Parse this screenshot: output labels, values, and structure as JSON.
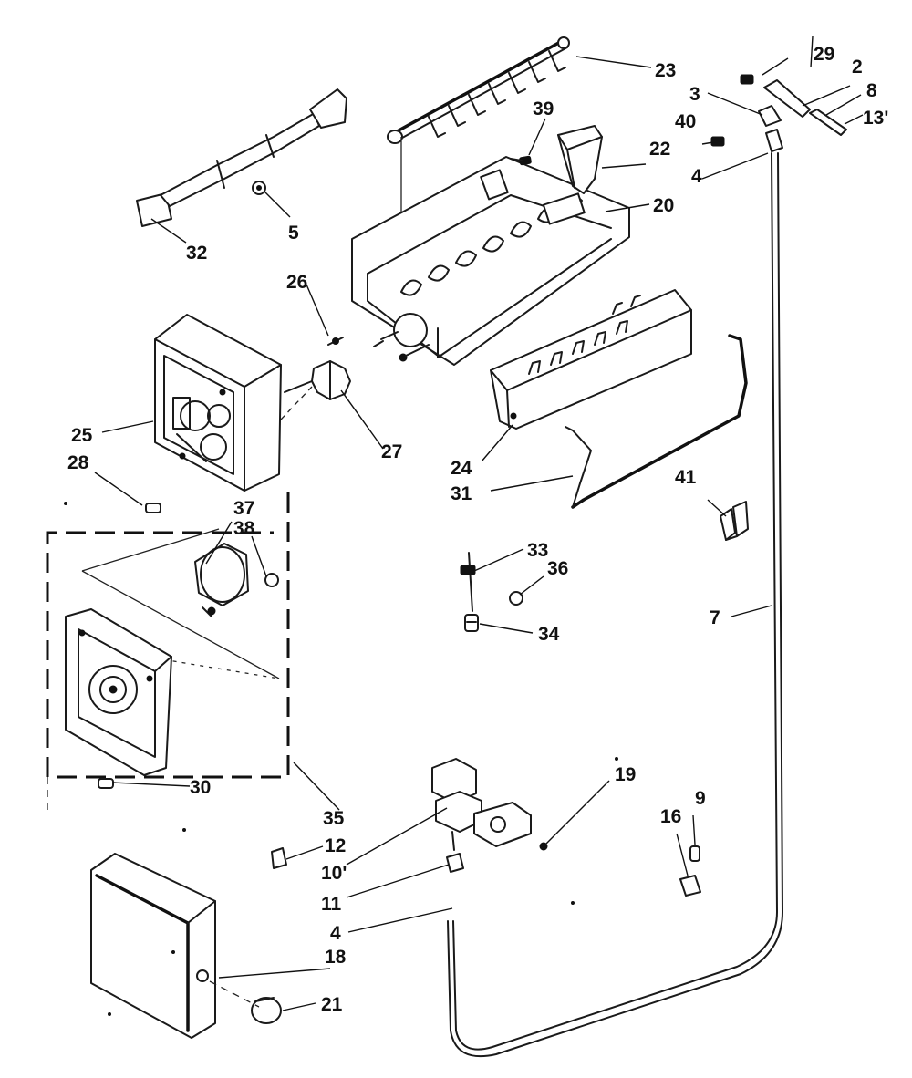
{
  "diagram": {
    "colors": {
      "ink": "#111111",
      "paper": "#ffffff"
    },
    "callouts": [
      {
        "id": "29",
        "text": "29"
      },
      {
        "id": "2",
        "text": "2"
      },
      {
        "id": "3",
        "text": "3"
      },
      {
        "id": "8",
        "text": "8"
      },
      {
        "id": "13",
        "text": "13'"
      },
      {
        "id": "40",
        "text": "40"
      },
      {
        "id": "4a",
        "text": "4"
      },
      {
        "id": "23",
        "text": "23"
      },
      {
        "id": "39",
        "text": "39"
      },
      {
        "id": "22",
        "text": "22"
      },
      {
        "id": "20",
        "text": "20"
      },
      {
        "id": "32",
        "text": "32"
      },
      {
        "id": "5",
        "text": "5"
      },
      {
        "id": "26",
        "text": "26"
      },
      {
        "id": "25",
        "text": "25"
      },
      {
        "id": "28",
        "text": "28"
      },
      {
        "id": "27",
        "text": "27"
      },
      {
        "id": "24",
        "text": "24"
      },
      {
        "id": "31",
        "text": "31"
      },
      {
        "id": "41",
        "text": "41"
      },
      {
        "id": "37",
        "text": "37"
      },
      {
        "id": "38",
        "text": "38"
      },
      {
        "id": "33",
        "text": "33"
      },
      {
        "id": "36",
        "text": "36"
      },
      {
        "id": "34",
        "text": "34"
      },
      {
        "id": "7",
        "text": "7"
      },
      {
        "id": "30",
        "text": "30"
      },
      {
        "id": "19",
        "text": "19"
      },
      {
        "id": "9",
        "text": "9"
      },
      {
        "id": "16",
        "text": "16"
      },
      {
        "id": "35",
        "text": "35"
      },
      {
        "id": "12",
        "text": "12"
      },
      {
        "id": "10",
        "text": "10'"
      },
      {
        "id": "11",
        "text": "11"
      },
      {
        "id": "4b",
        "text": "4"
      },
      {
        "id": "18",
        "text": "18"
      },
      {
        "id": "21",
        "text": "21"
      }
    ]
  }
}
